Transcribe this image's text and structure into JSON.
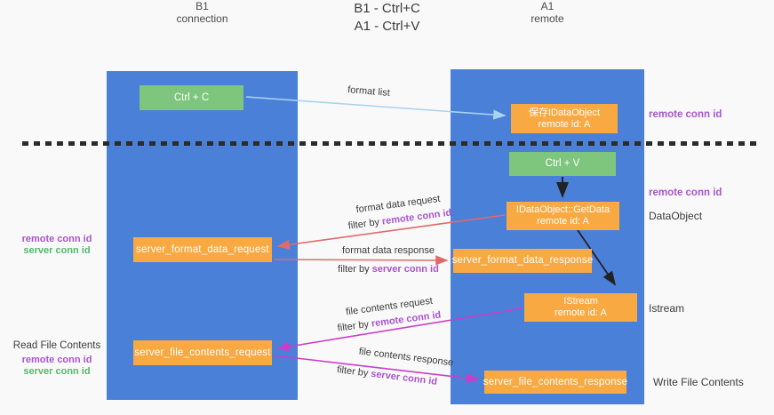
{
  "title": {
    "line1": "B1 - Ctrl+C",
    "line2": "A1 - Ctrl+V"
  },
  "lanes": {
    "left": {
      "name": "B1",
      "role": "connection"
    },
    "right": {
      "name": "A1",
      "role": "remote"
    }
  },
  "nodes": {
    "ctrl_c": {
      "label": "Ctrl + C"
    },
    "ctrl_v": {
      "label": "Ctrl + V"
    },
    "save_idataobject": {
      "line1": "保存IDataObject",
      "line2": "remote id: A"
    },
    "getdata": {
      "line1": "IDataObject::GetData",
      "line2": "remote id: A"
    },
    "istream": {
      "line1": "IStream",
      "line2": "remote id: A"
    },
    "format_request": {
      "label": "server_format_data_request"
    },
    "format_response": {
      "label": "server_format_data_response"
    },
    "file_request": {
      "label": "server_file_contents_request"
    },
    "file_response": {
      "label": "server_file_contents_response"
    }
  },
  "annotations": {
    "remote_conn_id": "remote conn id",
    "server_conn_id": "server conn id",
    "dataobject": "DataObject",
    "istream": "Istream",
    "read_file_contents": "Read File Contents",
    "write_file_contents": "Write File Contents"
  },
  "flows": {
    "format_list": "format list",
    "format_data_request": "format data request",
    "format_data_response": "format data response",
    "file_contents_request": "file contents request",
    "file_contents_response": "file contents response",
    "filter_by": "filter by"
  },
  "colors": {
    "lane_blue": "#4a80d8",
    "node_orange": "#f9a941",
    "node_green": "#7ec57e",
    "arrow_light_blue": "#a8d3f0",
    "arrow_red": "#e06a6a",
    "arrow_magenta": "#cb3ec9",
    "arrow_black": "#222222",
    "label_purple": "#a855cc",
    "label_green": "#53b86a"
  }
}
